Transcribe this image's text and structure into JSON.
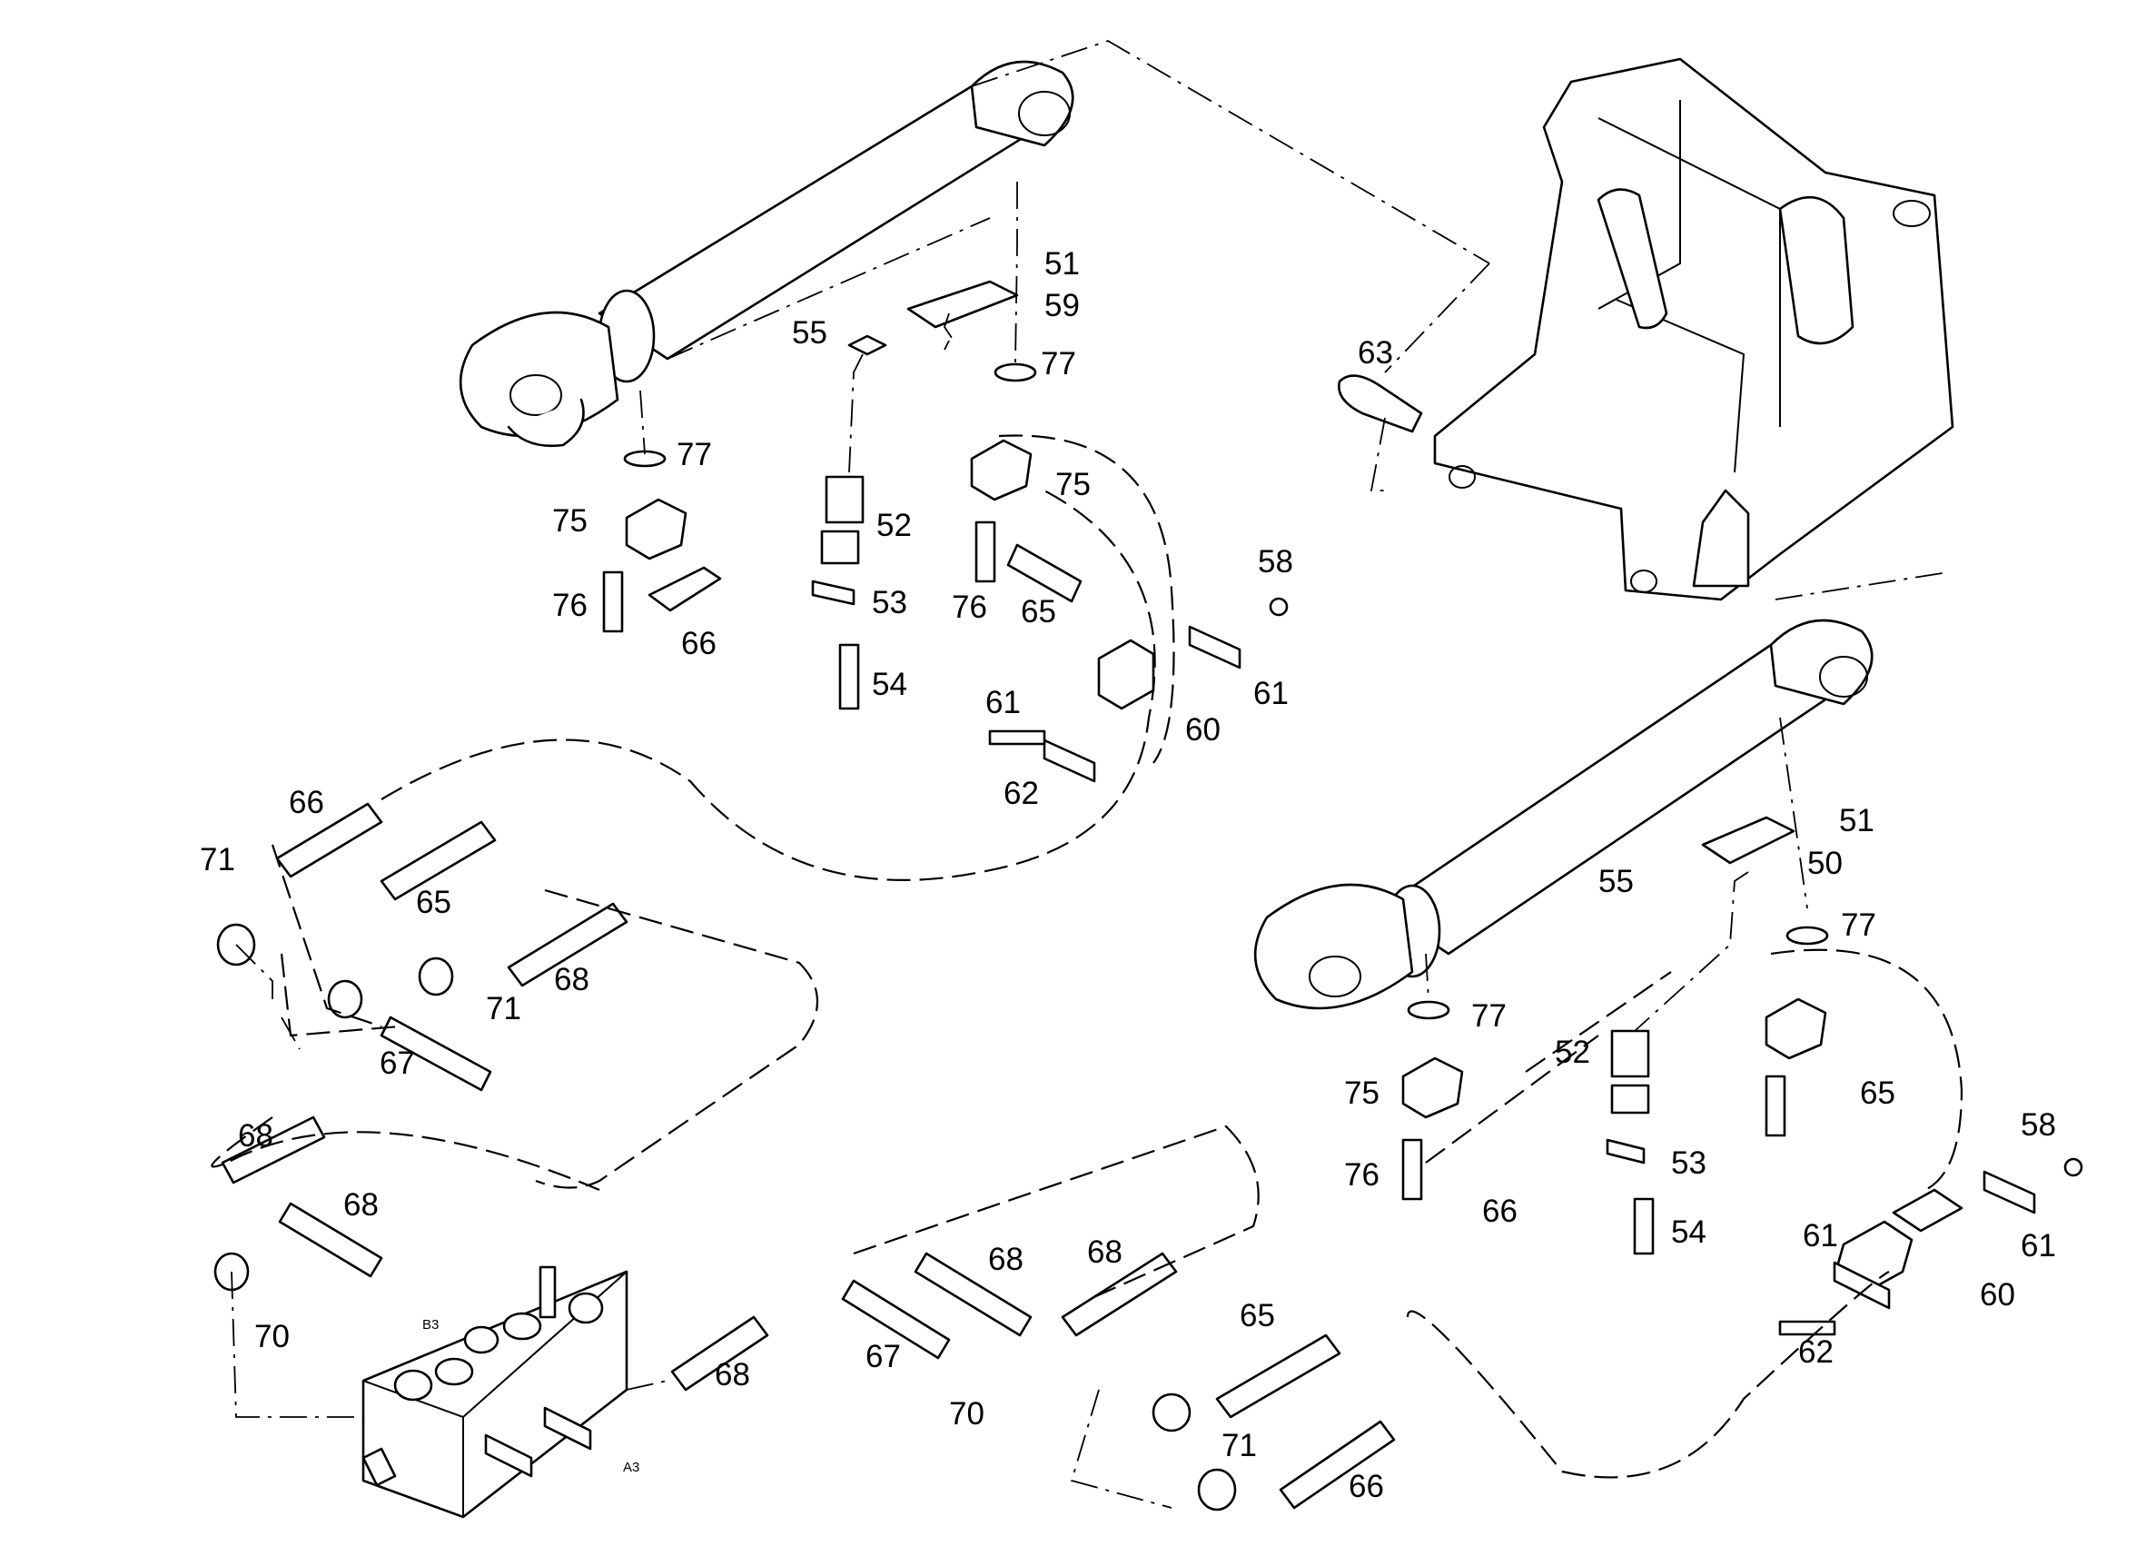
{
  "callouts": [
    {
      "id": "c-51a",
      "text": "51"
    },
    {
      "id": "c-59",
      "text": "59"
    },
    {
      "id": "c-55a",
      "text": "55"
    },
    {
      "id": "c-77a",
      "text": "77"
    },
    {
      "id": "c-77b",
      "text": "77"
    },
    {
      "id": "c-75a",
      "text": "75"
    },
    {
      "id": "c-75b",
      "text": "75"
    },
    {
      "id": "c-52a",
      "text": "52"
    },
    {
      "id": "c-53a",
      "text": "53"
    },
    {
      "id": "c-54a",
      "text": "54"
    },
    {
      "id": "c-76a",
      "text": "76"
    },
    {
      "id": "c-76b",
      "text": "76"
    },
    {
      "id": "c-66a",
      "text": "66"
    },
    {
      "id": "c-65a",
      "text": "65"
    },
    {
      "id": "c-58a",
      "text": "58"
    },
    {
      "id": "c-61a",
      "text": "61"
    },
    {
      "id": "c-61b",
      "text": "61"
    },
    {
      "id": "c-60a",
      "text": "60"
    },
    {
      "id": "c-62a",
      "text": "62"
    },
    {
      "id": "c-63",
      "text": "63"
    },
    {
      "id": "c-66b",
      "text": "66"
    },
    {
      "id": "c-71a",
      "text": "71"
    },
    {
      "id": "c-65b",
      "text": "65"
    },
    {
      "id": "c-68a",
      "text": "68"
    },
    {
      "id": "c-71b",
      "text": "71"
    },
    {
      "id": "c-67a",
      "text": "67"
    },
    {
      "id": "c-51b",
      "text": "51"
    },
    {
      "id": "c-50",
      "text": "50"
    },
    {
      "id": "c-55b",
      "text": "55"
    },
    {
      "id": "c-77c",
      "text": "77"
    },
    {
      "id": "c-77d",
      "text": "77"
    },
    {
      "id": "c-52b",
      "text": "52"
    },
    {
      "id": "c-75c",
      "text": "75"
    },
    {
      "id": "c-65c",
      "text": "65"
    },
    {
      "id": "c-76c",
      "text": "76"
    },
    {
      "id": "c-53b",
      "text": "53"
    },
    {
      "id": "c-66c",
      "text": "66"
    },
    {
      "id": "c-58b",
      "text": "58"
    },
    {
      "id": "c-54b",
      "text": "54"
    },
    {
      "id": "c-61c",
      "text": "61"
    },
    {
      "id": "c-61d",
      "text": "61"
    },
    {
      "id": "c-60b",
      "text": "60"
    },
    {
      "id": "c-62b",
      "text": "62"
    },
    {
      "id": "c-68b",
      "text": "68"
    },
    {
      "id": "c-68c",
      "text": "68"
    },
    {
      "id": "c-70a",
      "text": "70"
    },
    {
      "id": "c-68d",
      "text": "68"
    },
    {
      "id": "c-68e",
      "text": "68"
    },
    {
      "id": "c-67b",
      "text": "67"
    },
    {
      "id": "c-70b",
      "text": "70"
    },
    {
      "id": "c-68f",
      "text": "68"
    },
    {
      "id": "c-65d",
      "text": "65"
    },
    {
      "id": "c-71c",
      "text": "71"
    },
    {
      "id": "c-66d",
      "text": "66"
    }
  ],
  "valve_ports": {
    "b3": "B3",
    "a3": "A3"
  }
}
